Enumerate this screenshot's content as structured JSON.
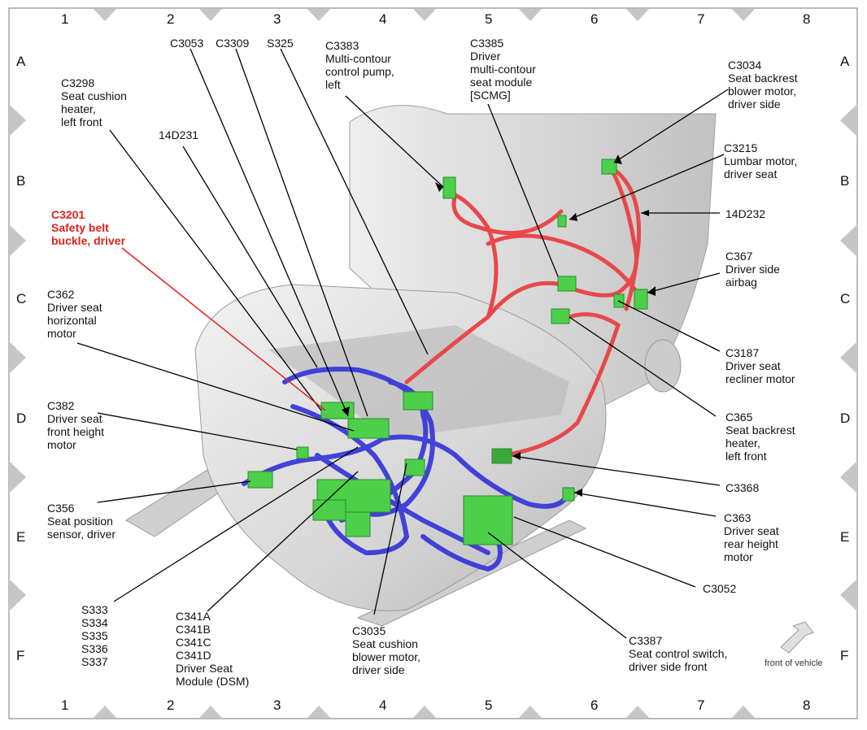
{
  "grid": {
    "columns": [
      "1",
      "2",
      "3",
      "4",
      "5",
      "6",
      "7",
      "8"
    ],
    "rows": [
      "A",
      "B",
      "C",
      "D",
      "E",
      "F"
    ]
  },
  "labels": {
    "c3053": "C3053",
    "c3309": "C3309",
    "s325": "S325",
    "c3383": "C3383\nMulti-contour\ncontrol pump,\nleft",
    "c3385": "C3385\nDriver\nmulti-contour\nseat module\n[SCMG]",
    "c3034": "C3034\nSeat backrest\nblower motor,\ndriver side",
    "c3298": "C3298\nSeat cushion\nheater,\nleft front",
    "d14d231": "14D231",
    "c3215": "C3215\nLumbar motor,\ndriver seat",
    "d14d232": "14D232",
    "c3201": "C3201\nSafety belt\nbuckle, driver",
    "c367": "C367\nDriver side\nairbag",
    "c362": "C362\nDriver seat\nhorizontal\nmotor",
    "c3187": "C3187\nDriver seat\nrecliner motor",
    "c382": "C382\nDriver seat\nfront height\nmotor",
    "c365": "C365\nSeat backrest\nheater,\nleft front",
    "c3368": "C3368",
    "c356": "C356\nSeat position\nsensor, driver",
    "c363": "C363\nDriver seat\nrear height\nmotor",
    "c3052": "C3052",
    "s333": "S333\nS334\nS335\nS336\nS337",
    "c341": "C341A\nC341B\nC341C\nC341D\nDriver Seat\nModule (DSM)",
    "c3035": "C3035\nSeat cushion\nblower motor,\ndriver side",
    "c3387": "C3387\nSeat control switch,\ndriver side front",
    "front": "front of vehicle"
  },
  "colors": {
    "harness_red": "#e8484a",
    "harness_blue": "#3a3ad8",
    "connector_green": "#4cd04a",
    "callout_red": "#e02020",
    "seat_gray": "#d9d9d9",
    "frame_triangle": "#c4c4c4"
  }
}
